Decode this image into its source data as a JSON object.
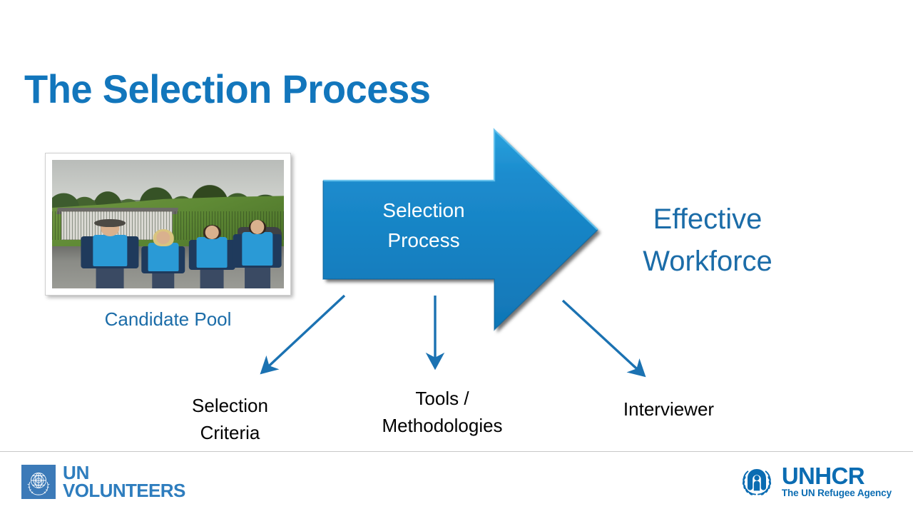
{
  "slide": {
    "title": "The Selection Process",
    "background_color": "#FFFFFF",
    "accent_color": "#1276BC",
    "arrow_color": "#1C86C8"
  },
  "photo": {
    "caption": "Candidate Pool",
    "alt": "Four UN Volunteers wearing blue vests standing outdoors in front of a shed and a green hill"
  },
  "process": {
    "arrow_label_line1": "Selection",
    "arrow_label_line2": "Process",
    "arrow_label": "Selection Process"
  },
  "outcome": {
    "line1": "Effective",
    "line2": "Workforce",
    "label": "Effective Workforce"
  },
  "factors": [
    {
      "line1": "Selection",
      "line2": "Criteria",
      "label": "Selection Criteria"
    },
    {
      "line1": "Tools /",
      "line2": "Methodologies",
      "label": "Tools / Methodologies"
    },
    {
      "line1": "Interviewer",
      "line2": "",
      "label": "Interviewer"
    }
  ],
  "footer": {
    "unv": {
      "line1": "UN",
      "line2": "VOLUNTEERS",
      "name": "UN VOLUNTEERS",
      "emblem": "un-emblem-icon",
      "color": "#2E7DBE"
    },
    "unhcr": {
      "name": "UNHCR",
      "tagline": "The UN Refugee Agency",
      "emblem": "unhcr-emblem-icon",
      "color": "#0B6CB2"
    }
  }
}
